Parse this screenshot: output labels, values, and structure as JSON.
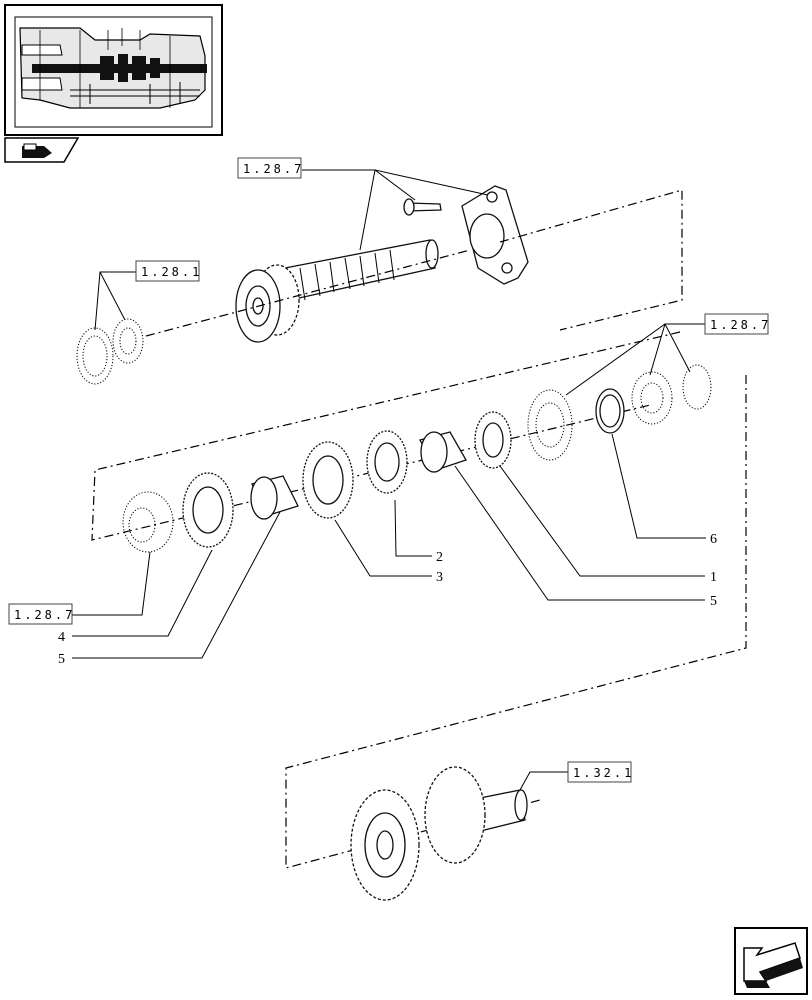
{
  "references": {
    "input_shaft_group": "1.28.7",
    "snap_ring_group": "1.28.1",
    "right_bearing_group": "1.28.7",
    "left_bearing_group": "1.28.7",
    "output_shaft_group": "1.32.1"
  },
  "callouts": {
    "n1": "1",
    "n2": "2",
    "n3": "3",
    "n4": "4",
    "n5_left": "5",
    "n5_right": "5",
    "n6": "6"
  },
  "icons": {
    "thumbnail": "transmission-cross-section-thumbnail",
    "category": "tractor-category-icon",
    "navigation": "arrow-navigation-icon"
  }
}
